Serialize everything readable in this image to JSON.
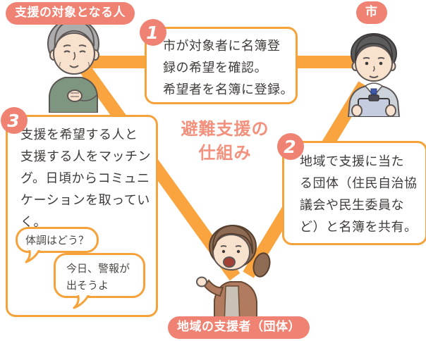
{
  "title": {
    "full": "避難支援の仕組み",
    "line1": "避難支援の",
    "line2": "仕組み"
  },
  "badges": {
    "target": "支援の対象となる人",
    "city": "市",
    "supporter": "地域の支援者（団体）"
  },
  "steps": [
    {
      "number": "1",
      "text": "市が対象者に名簿登録の希望を確認。希望者を名簿に登録。",
      "lines": [
        "市が対象者に名簿登",
        "録の希望を確認。",
        "希望者を名簿に登録。"
      ]
    },
    {
      "number": "2",
      "text": "地域で支援に当たる団体（住民自治協議会や民生委員など）と名簿を共有。",
      "lines": [
        "地域で支援に当た",
        "る団体（住民自治協",
        "議会や民生委員な",
        "ど）と名簿を共有。"
      ]
    },
    {
      "number": "3",
      "text": "支援を希望する人と支援する人をマッチング。日頃からコミュニケーションを取っていく。",
      "lines": [
        "支援を希望する人と",
        "支援する人をマッチン",
        "グ。日頃からコミュニ",
        "ケーションを取ってい",
        "く。"
      ]
    }
  ],
  "speech_bubbles": [
    {
      "text": "体調はどう？",
      "lines": [
        "体調はどう？"
      ]
    },
    {
      "text": "今日、警報が出そうよ",
      "lines": [
        "今日、警報が",
        "出そうよ"
      ]
    }
  ],
  "illustrations": {
    "elderly_person": "elderly-man-illustration",
    "city_official": "city-official-with-clipboard-illustration",
    "local_supporter": "woman-supporter-illustration"
  },
  "colors": {
    "connector_orange": "#F9A43F",
    "box_border_orange": "#F5A23B",
    "badge_salmon": "#EF8272",
    "title_coral": "#F2917D",
    "text_dark": "#3F3B3A"
  }
}
